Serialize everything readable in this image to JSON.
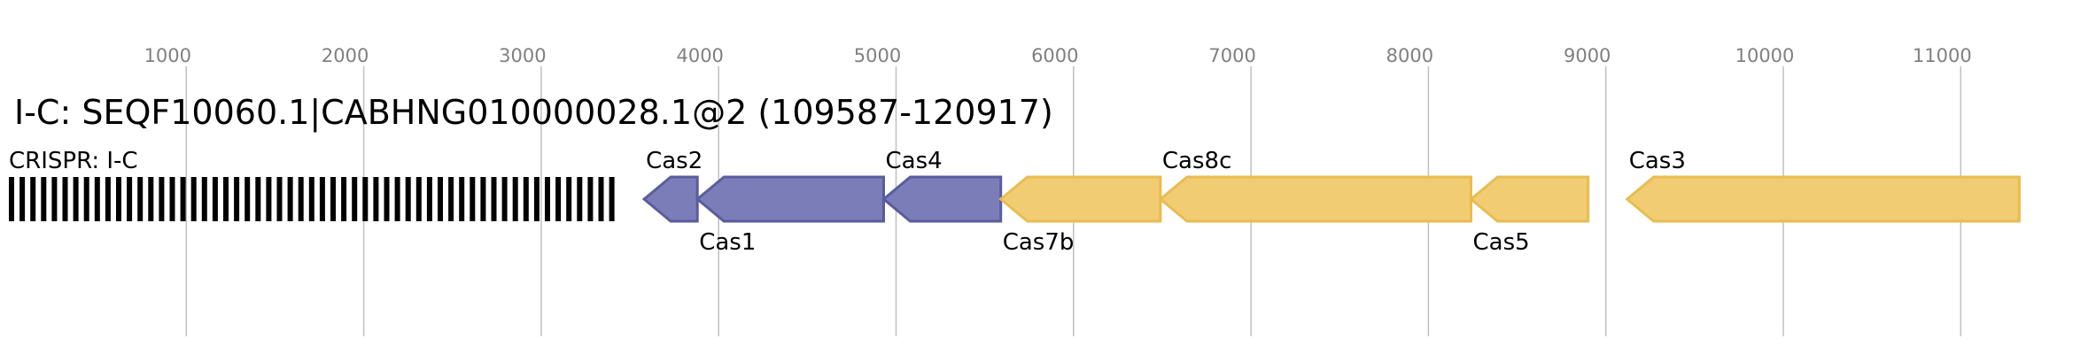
{
  "title": "I-C: SEQF10060.1|CABHNG010000028.1@2 (109587-120917)",
  "crispr": {
    "label": "CRISPR: I-C",
    "start": 0,
    "end": 3425,
    "color": "#000000"
  },
  "axis": {
    "ticks": [
      1000,
      2000,
      3000,
      4000,
      5000,
      6000,
      7000,
      8000,
      9000,
      10000,
      11000
    ],
    "range": [
      0,
      11330
    ]
  },
  "colors": {
    "blue": "#7b7db8",
    "blue_stroke": "#5a5c9e",
    "yellow": "#f2cc73",
    "yellow_stroke": "#e8bc50",
    "grid": "#c0c0c0",
    "tick_text": "#808080"
  },
  "genes": [
    {
      "name": "Cas2",
      "start": 3580,
      "end": 3880,
      "strand": "-",
      "color": "blue",
      "label_pos": "above"
    },
    {
      "name": "Cas1",
      "start": 3880,
      "end": 4930,
      "strand": "-",
      "color": "blue",
      "label_pos": "below"
    },
    {
      "name": "Cas4",
      "start": 4930,
      "end": 5590,
      "strand": "-",
      "color": "blue",
      "label_pos": "above"
    },
    {
      "name": "Cas7b",
      "start": 5590,
      "end": 6490,
      "strand": "-",
      "color": "yellow",
      "label_pos": "below"
    },
    {
      "name": "Cas8c",
      "start": 6490,
      "end": 8240,
      "strand": "-",
      "color": "yellow",
      "label_pos": "above"
    },
    {
      "name": "Cas5",
      "start": 8240,
      "end": 8900,
      "strand": "-",
      "color": "yellow",
      "label_pos": "below"
    },
    {
      "name": "Cas3",
      "start": 9120,
      "end": 11330,
      "strand": "-",
      "color": "yellow",
      "label_pos": "above"
    }
  ]
}
